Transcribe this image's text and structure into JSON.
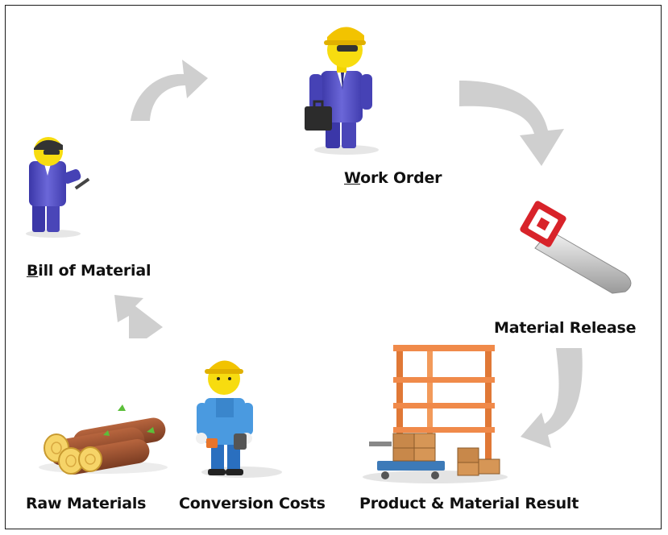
{
  "nodes": {
    "work_order": {
      "accel": "W",
      "rest": "ork Order"
    },
    "bill_of_material": {
      "accel": "B",
      "rest": "ill of Material"
    },
    "material_release": {
      "label": "Material Release"
    },
    "product_result": {
      "label": "Product & Material Result"
    },
    "conversion_costs": {
      "label": "Conversion Costs"
    },
    "raw_materials": {
      "label": "Raw Materials"
    }
  },
  "icons": {
    "work_order": "businessman-with-hardhat-and-briefcase-icon",
    "bill_of_material": "clerk-with-clipboard-icon",
    "material_release": "chainsaw-icon",
    "product_result": "warehouse-shelf-with-boxes-icon",
    "conversion_costs": "worker-with-paint-can-icon",
    "raw_materials": "logs-icon"
  },
  "colors": {
    "arrow": "#cfcfcf",
    "figure_suit": "#5b57c8",
    "hardhat": "#f2cf12",
    "text": "#111111",
    "shelf": "#f08a4a"
  }
}
